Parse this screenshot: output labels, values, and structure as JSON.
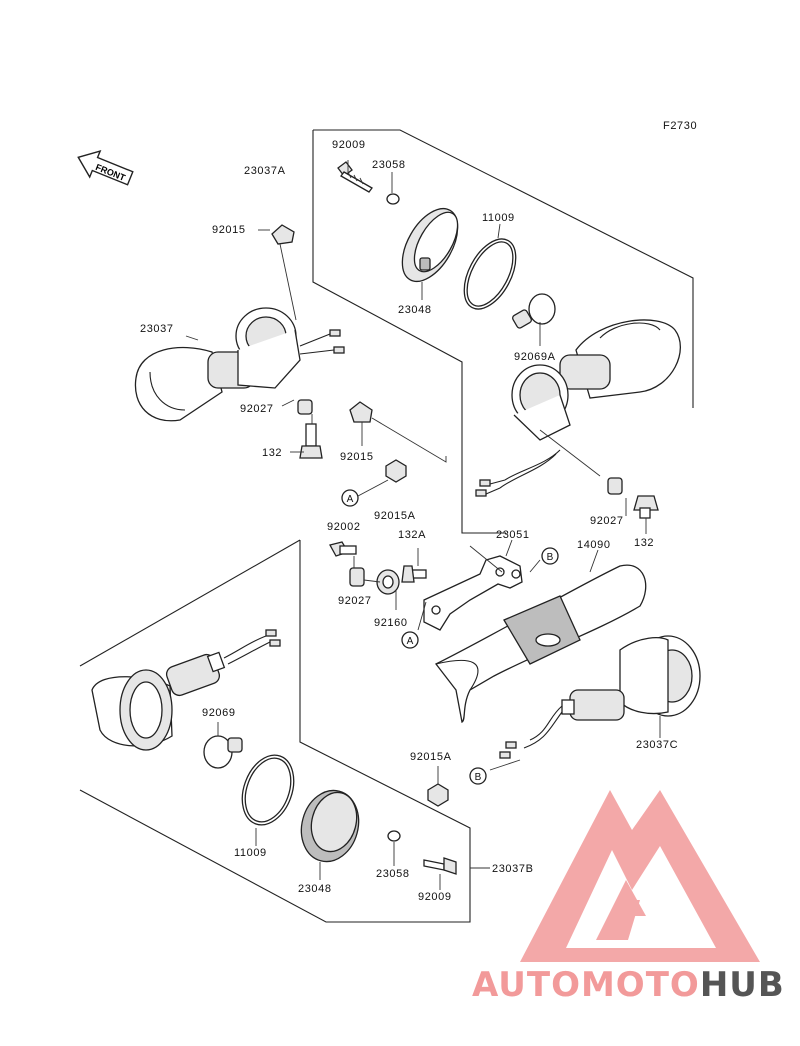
{
  "figure_code": "F2730",
  "front_label": "FRONT",
  "callouts": [
    {
      "id": "c-92009-top",
      "text": "92009"
    },
    {
      "id": "c-23058-top",
      "text": "23058"
    },
    {
      "id": "c-23037A",
      "text": "23037A"
    },
    {
      "id": "c-11009-top",
      "text": "11009"
    },
    {
      "id": "c-92015-left",
      "text": "92015"
    },
    {
      "id": "c-23048-top",
      "text": "23048"
    },
    {
      "id": "c-23037",
      "text": "23037"
    },
    {
      "id": "c-92069A",
      "text": "92069A"
    },
    {
      "id": "c-92027-left",
      "text": "92027"
    },
    {
      "id": "c-132-left",
      "text": "132"
    },
    {
      "id": "c-92015-mid",
      "text": "92015"
    },
    {
      "id": "c-92015A-top",
      "text": "92015A"
    },
    {
      "id": "c-92027-right",
      "text": "92027"
    },
    {
      "id": "c-132-right",
      "text": "132"
    },
    {
      "id": "c-92002",
      "text": "92002"
    },
    {
      "id": "c-132A",
      "text": "132A"
    },
    {
      "id": "c-23051",
      "text": "23051"
    },
    {
      "id": "c-14090",
      "text": "14090"
    },
    {
      "id": "c-92027-bracket",
      "text": "92027"
    },
    {
      "id": "c-92160",
      "text": "92160"
    },
    {
      "id": "c-92069",
      "text": "92069"
    },
    {
      "id": "c-23037C",
      "text": "23037C"
    },
    {
      "id": "c-92015A-bot",
      "text": "92015A"
    },
    {
      "id": "c-11009-bot",
      "text": "11009"
    },
    {
      "id": "c-23048-bot",
      "text": "23048"
    },
    {
      "id": "c-23058-bot",
      "text": "23058"
    },
    {
      "id": "c-92009-bot",
      "text": "92009"
    },
    {
      "id": "c-23037B",
      "text": "23037B"
    }
  ],
  "ref_markers": [
    {
      "id": "ref-A-1",
      "text": "A"
    },
    {
      "id": "ref-A-2",
      "text": "A"
    },
    {
      "id": "ref-B-1",
      "text": "B"
    },
    {
      "id": "ref-B-2",
      "text": "B"
    }
  ],
  "watermark": {
    "part1": "AUTOMOTO",
    "part2": "HUB",
    "color_primary": "#f29a9a",
    "color_accent": "#f7c07a",
    "color_dark": "#555555"
  }
}
